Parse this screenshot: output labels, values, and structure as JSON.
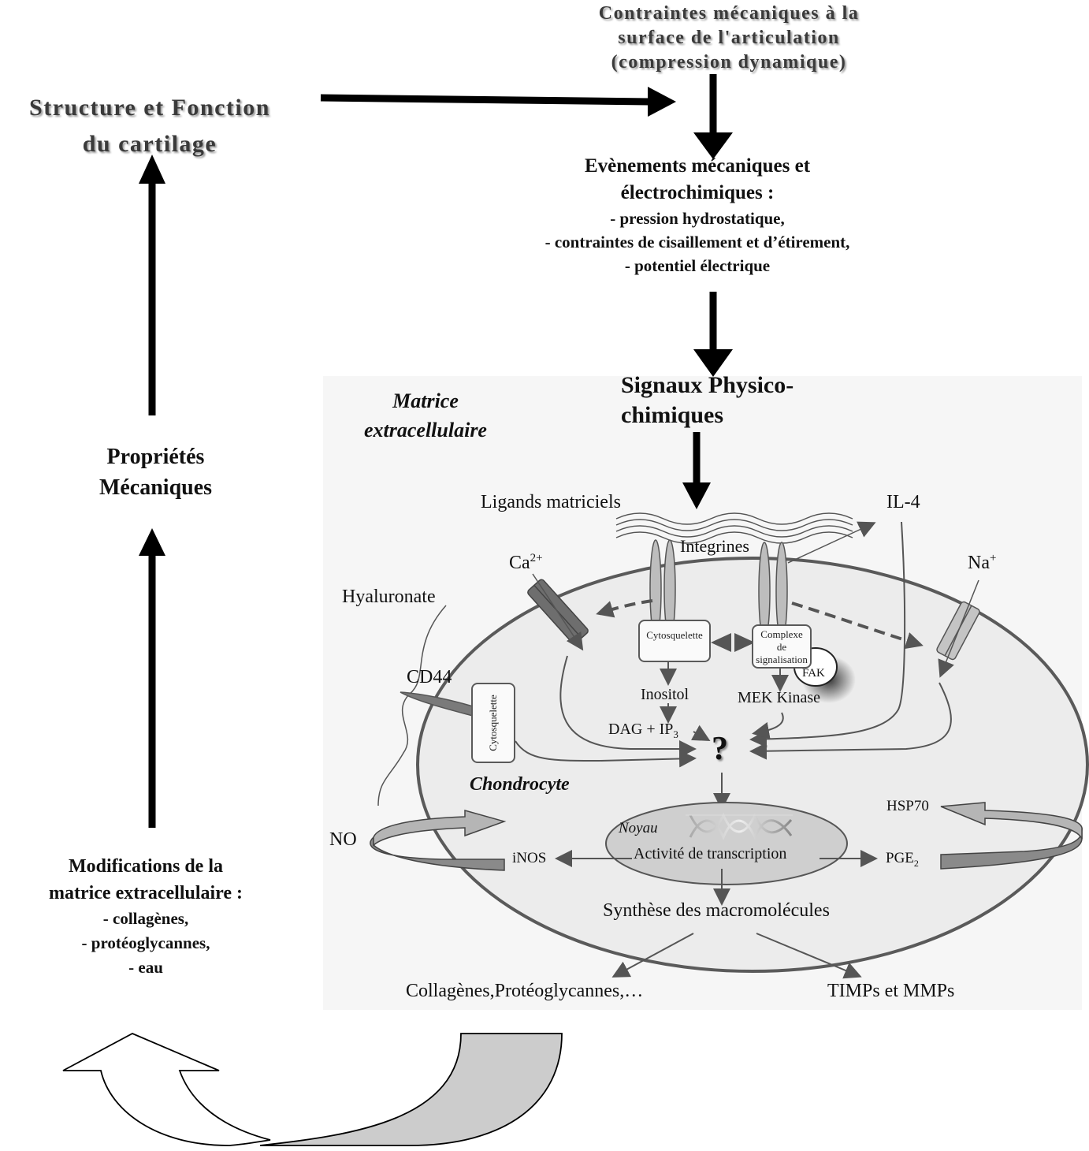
{
  "top_titles": {
    "structure": [
      "Structure et Fonction",
      "du cartilage"
    ],
    "contraintes": [
      "Contraintes mécaniques à la",
      "surface de l'articulation",
      "(compression dynamique)"
    ]
  },
  "evenements": {
    "heading": [
      "Evènements mécaniques et",
      "électrochimiques :"
    ],
    "items": [
      "- pression hydrostatique,",
      "- contraintes de cisaillement et d’étirement,",
      "- potentiel électrique"
    ]
  },
  "left_column": {
    "proprietes": [
      "Propriétés",
      "Mécaniques"
    ],
    "modifications_heading": [
      "Modifications de la",
      "matrice extracellulaire :"
    ],
    "modifications_items": [
      "- collagènes,",
      "- protéoglycannes,",
      "- eau"
    ]
  },
  "cell_panel": {
    "matrice": [
      "Matrice",
      "extracellulaire"
    ],
    "signaux": [
      "Signaux Physico-",
      "chimiques"
    ],
    "ligands": "Ligands matriciels",
    "integrines": "Integrines",
    "il4": "IL-4",
    "ca": {
      "base": "Ca",
      "sup": "2+"
    },
    "na": {
      "base": "Na",
      "sup": "+"
    },
    "hyaluronate": "Hyaluronate",
    "cd44": "CD44",
    "cytosquelette_h": "Cytosquelette",
    "cytosquelette_v": "Cytosquelette",
    "complexe": [
      "Complexe",
      "de",
      "signalisation"
    ],
    "fak": "FAK",
    "inositol": "Inositol",
    "dag": {
      "base": "DAG + IP",
      "sub": "3"
    },
    "mek": "MEK Kinase",
    "question": "?",
    "chondrocyte": "Chondrocyte",
    "noyau": "Noyau",
    "transcription": "Activité de transcription",
    "no": "NO",
    "inos": "iNOS",
    "hsp70": "HSP70",
    "pge": {
      "base": "PGE",
      "sub": "2"
    },
    "synthese": "Synthèse des macromolécules",
    "collagenes": "Collagènes,Protéoglycannes,…",
    "timps": "TIMPs et MMPs"
  },
  "colors": {
    "panel_bg": "#f6f6f6",
    "cell_fill": "#ececec",
    "nucleus_fill": "#cfcfcf",
    "membrane": "#5a5a5a",
    "arrow_dark": "#555555",
    "channel_ca": "#6e6e6e",
    "channel_na": "#c4c4c4",
    "bottom_arrow_fill": "#cccccc"
  }
}
